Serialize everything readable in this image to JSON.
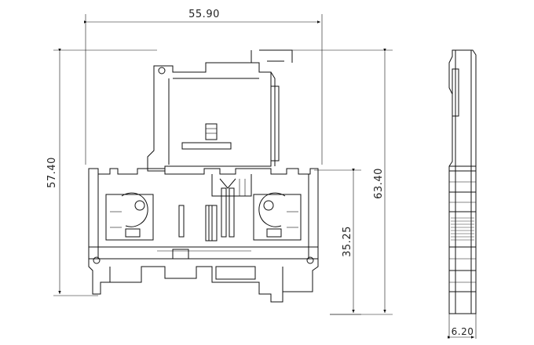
{
  "drawing": {
    "views": [
      "front-view",
      "side-view"
    ],
    "dimensions": {
      "width_top": "55.90",
      "height_left": "57.40",
      "height_right": "63.40",
      "height_mid": "35.25",
      "side_width": "6.20"
    },
    "colors": {
      "line": "#111111",
      "background": "#ffffff"
    }
  }
}
